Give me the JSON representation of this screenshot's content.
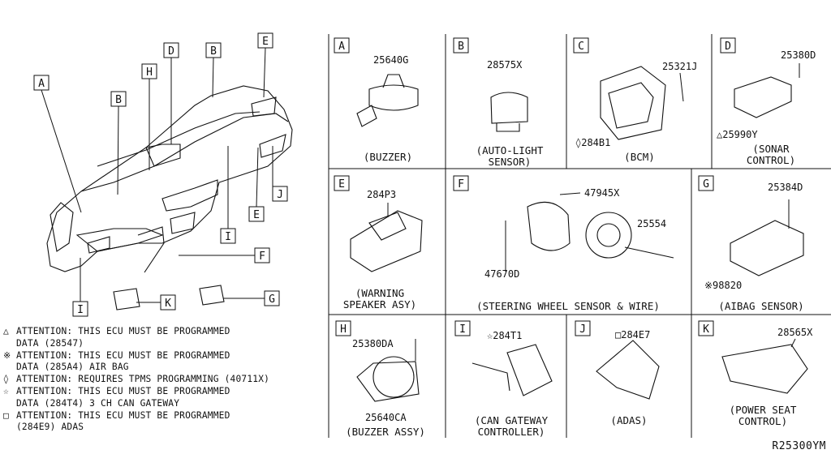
{
  "overview_labels": [
    {
      "letter": "A"
    },
    {
      "letter": "B"
    },
    {
      "letter": "D"
    },
    {
      "letter": "H"
    },
    {
      "letter": "B"
    },
    {
      "letter": "E"
    },
    {
      "letter": "J"
    },
    {
      "letter": "E"
    },
    {
      "letter": "I"
    },
    {
      "letter": "F"
    },
    {
      "letter": "I"
    },
    {
      "letter": "K"
    },
    {
      "letter": "G"
    }
  ],
  "panels": [
    {
      "letter": "A",
      "parts": [
        "25640G"
      ],
      "caption": [
        "(BUZZER)"
      ]
    },
    {
      "letter": "B",
      "parts": [
        "28575X"
      ],
      "caption": [
        "(AUTO-LIGHT",
        "SENSOR)"
      ]
    },
    {
      "letter": "C",
      "parts": [
        "25321J",
        "◊284B1"
      ],
      "caption": [
        "(BCM)"
      ]
    },
    {
      "letter": "D",
      "parts": [
        "25380D",
        "△25990Y"
      ],
      "caption": [
        "(SONAR",
        "CONTROL)"
      ]
    },
    {
      "letter": "E",
      "parts": [
        "284P3"
      ],
      "caption": [
        "(WARNING",
        "SPEAKER ASY)"
      ]
    },
    {
      "letter": "F",
      "parts": [
        "47945X",
        "25554",
        "47670D"
      ],
      "caption": [
        "(STEERING WHEEL SENSOR & WIRE)"
      ]
    },
    {
      "letter": "G",
      "parts": [
        "25384D",
        "※98820"
      ],
      "caption": [
        "(AIBAG SENSOR)"
      ]
    },
    {
      "letter": "H",
      "parts": [
        "25380DA",
        "25640CA"
      ],
      "caption": [
        "(BUZZER ASSY)"
      ]
    },
    {
      "letter": "I",
      "parts": [
        "☆284T1"
      ],
      "caption": [
        "(CAN GATEWAY",
        "CONTROLLER)"
      ]
    },
    {
      "letter": "J",
      "parts": [
        "□284E7"
      ],
      "caption": [
        "(ADAS)"
      ]
    },
    {
      "letter": "K",
      "parts": [
        "28565X"
      ],
      "caption": [
        "(POWER SEAT",
        "CONTROL)"
      ]
    }
  ],
  "notes": [
    {
      "symbol": "△",
      "lines": [
        "ATTENTION: THIS ECU MUST BE PROGRAMMED",
        "DATA (28547)"
      ]
    },
    {
      "symbol": "※",
      "lines": [
        "ATTENTION: THIS ECU MUST BE PROGRAMMED",
        "DATA (285A4) AIR BAG"
      ]
    },
    {
      "symbol": "◊",
      "lines": [
        "ATTENTION: REQUIRES TPMS PROGRAMMING (40711X)"
      ]
    },
    {
      "symbol": "☆",
      "lines": [
        "ATTENTION: THIS ECU MUST BE PROGRAMMED",
        "DATA (284T4) 3 CH CAN GATEWAY"
      ]
    },
    {
      "symbol": "□",
      "lines": [
        "ATTENTION: THIS ECU MUST BE PROGRAMMED",
        "(284E9) ADAS"
      ]
    }
  ],
  "reference": "R25300YM"
}
